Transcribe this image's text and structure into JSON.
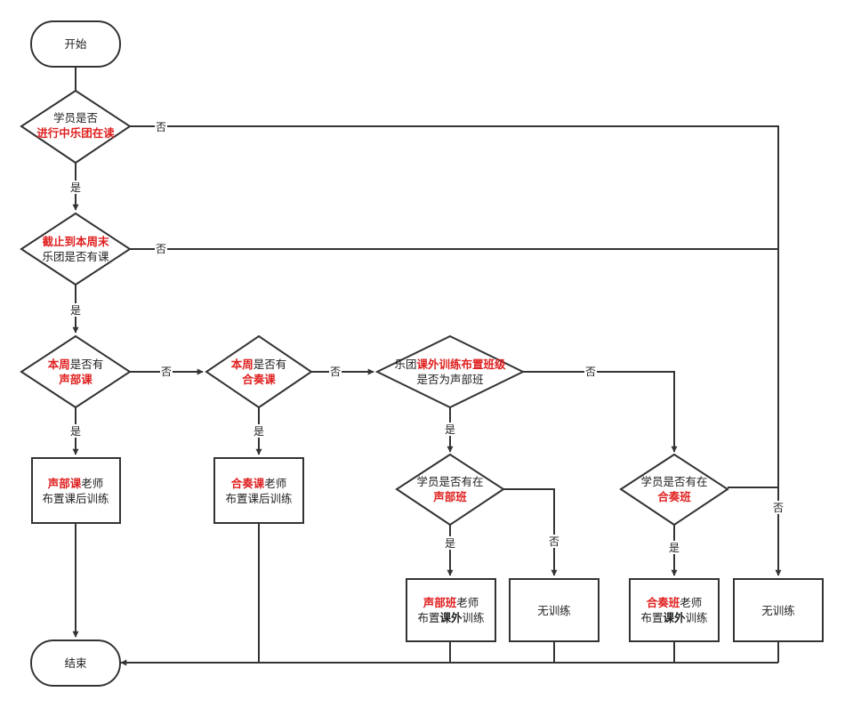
{
  "nodes": {
    "start": {
      "label": "开始"
    },
    "q_enrolled": {
      "line1": "学员是否",
      "line2": "进行中乐团在读"
    },
    "q_weekend": {
      "line1": "截止到本周末",
      "line2": "乐团是否有课"
    },
    "q_section": {
      "l1a": "本周",
      "l1b": "是否有",
      "line2": "声部课"
    },
    "q_ensemble": {
      "l1a": "本周",
      "l1b": "是否有",
      "line2": "合奏课"
    },
    "q_class": {
      "l1a": "乐团",
      "l1b": "课外训练布置班级",
      "line2": "是否为声部班"
    },
    "q_in_section": {
      "line1": "学员是否有在",
      "line2": "声部班"
    },
    "q_in_ensemble": {
      "line1": "学员是否有在",
      "line2": "合奏班"
    },
    "a_section_course": {
      "l1a": "声部课",
      "l1b": "老师",
      "line2": "布置课后训练"
    },
    "a_ensemble_course": {
      "l1a": "合奏课",
      "l1b": "老师",
      "line2": "布置课后训练"
    },
    "a_section_class": {
      "l1a": "声部班",
      "l1b": "老师",
      "l2a": "布置",
      "l2b": "课外",
      "l2c": "训练"
    },
    "a_none_1": {
      "label": "无训练"
    },
    "a_ensemble_class": {
      "l1a": "合奏班",
      "l1b": "老师",
      "l2a": "布置",
      "l2b": "课外",
      "l2c": "训练"
    },
    "a_none_2": {
      "label": "无训练"
    },
    "end": {
      "label": "结束"
    }
  },
  "edge_labels": {
    "yes": "是",
    "no": "否"
  },
  "colors": {
    "stroke": "#333333",
    "highlight": "#e02020"
  }
}
